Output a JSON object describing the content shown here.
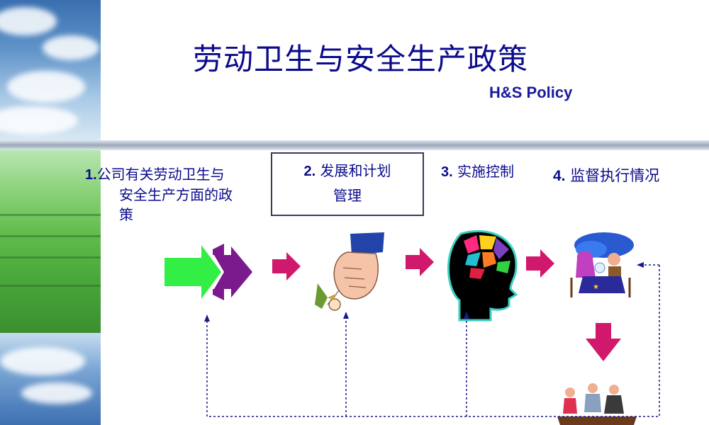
{
  "title": "劳动卫生与安全生产政策",
  "subtitle": "H&S Policy",
  "steps": [
    {
      "num": "1.",
      "lines": [
        "公司有关劳动卫生与",
        "安全生产方面的政",
        "策"
      ]
    },
    {
      "num": "2.",
      "lines": [
        "发展和计划",
        "管理"
      ]
    },
    {
      "num": "3.",
      "lines": [
        "实施控制"
      ]
    },
    {
      "num": "4.",
      "lines": [
        "监督执行情况"
      ]
    }
  ],
  "icons": [
    "policy-arrows-icon",
    "hand-puppet-icon",
    "colorful-head-icon",
    "fortune-teller-icon",
    "meeting-people-icon"
  ],
  "colors": {
    "title": "#0b0b8c",
    "green_arrow": "#33ee44",
    "purple": "#7a1a8c",
    "magenta_arrow": "#d0186c",
    "dashed_feedback": "#1a1a8c"
  }
}
